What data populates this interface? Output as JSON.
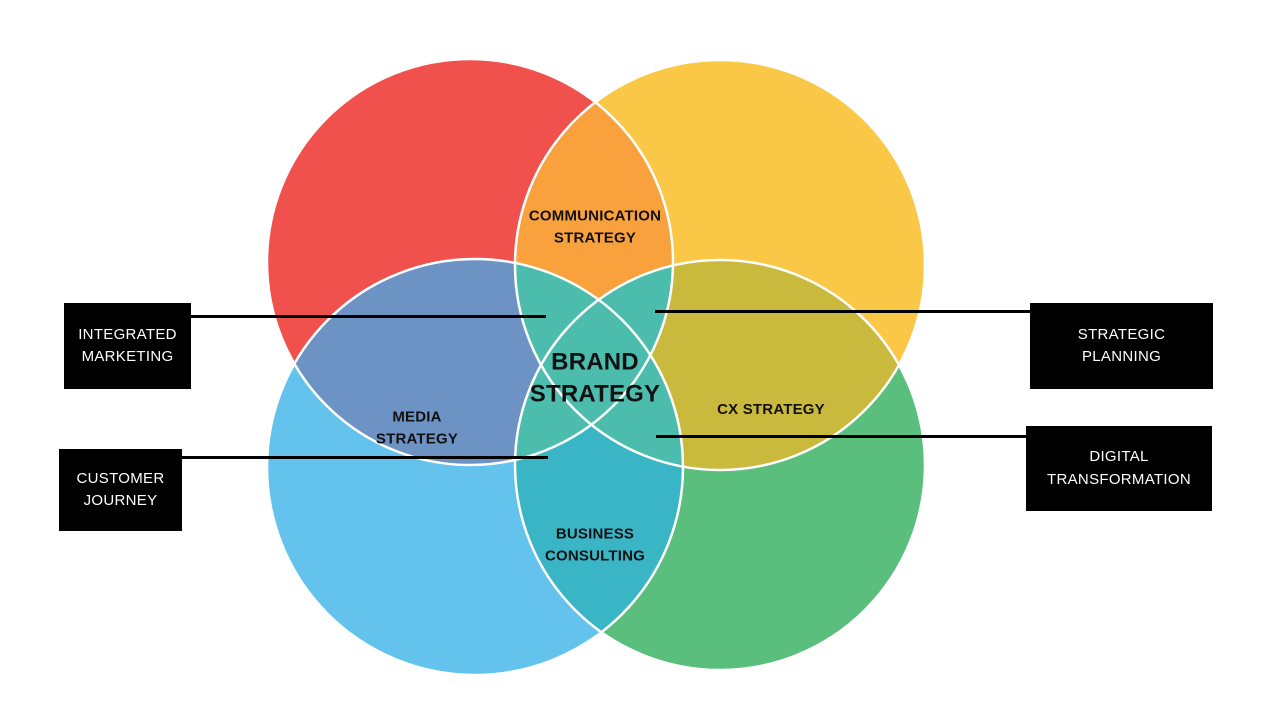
{
  "diagram": {
    "type": "venn",
    "background": "#FFFFFF"
  },
  "colors": {
    "red": "#F0514D",
    "yellow": "#FAC846",
    "blue": "#64C3EC",
    "green": "#5ABE7D",
    "overlap_top": "#F9A13C",
    "overlap_left": "#6D92C4",
    "overlap_right": "#C9B93C",
    "overlap_bottom": "#3AB5C5",
    "overlap_center": "#4CBCAD",
    "outline": "#FFFFFF",
    "connector": "#000000",
    "callout_bg": "#000000",
    "callout_text": "#FFFFFF",
    "region_text": "#111111"
  },
  "regions": {
    "communication_strategy": {
      "line1": "COMMUNICATION",
      "line2": "STRATEGY"
    },
    "brand_strategy": {
      "line1": "BRAND",
      "line2": "STRATEGY"
    },
    "media_strategy": {
      "line1": "MEDIA",
      "line2": "STRATEGY"
    },
    "cx_strategy": {
      "line1": "CX STRATEGY"
    },
    "business_consulting": {
      "line1": "BUSINESS",
      "line2": "CONSULTING"
    }
  },
  "callouts": {
    "integrated_marketing": {
      "line1": "INTEGRATED",
      "line2": "MARKETING"
    },
    "customer_journey": {
      "line1": "CUSTOMER",
      "line2": "JOURNEY"
    },
    "strategic_planning": {
      "line1": "STRATEGIC",
      "line2": "PLANNING"
    },
    "digital_transformation": {
      "line1": "DIGITAL",
      "line2": "TRANSFORMATION"
    }
  }
}
